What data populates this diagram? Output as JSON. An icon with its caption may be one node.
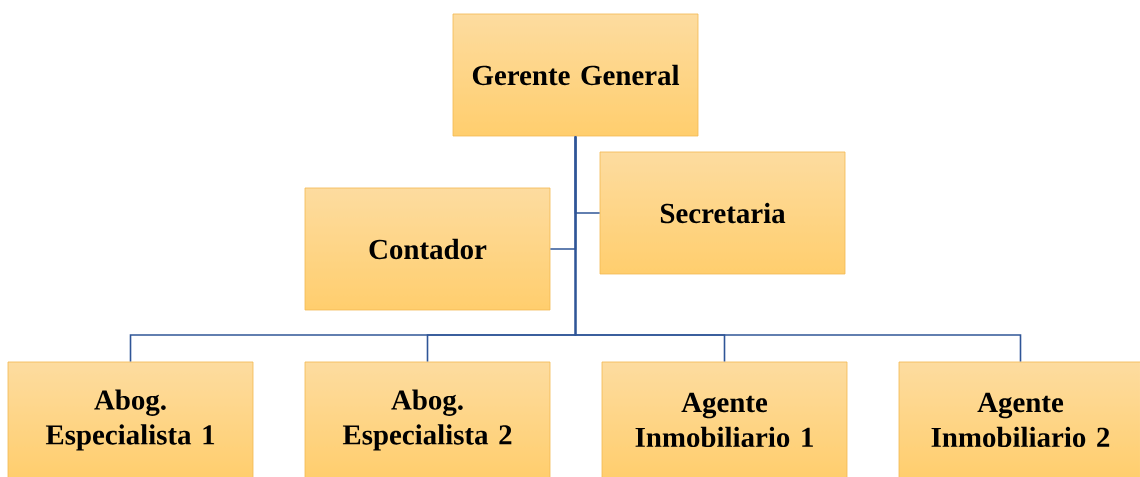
{
  "diagram": {
    "nodes": [
      {
        "text": [
          "Gerente General"
        ]
      },
      {
        "text": [
          "Contador"
        ]
      },
      {
        "text": [
          "Secretaria"
        ]
      },
      {
        "text": [
          "Abog. Especialista 1"
        ]
      },
      {
        "text": [
          "Abog. Especialista 2"
        ]
      },
      {
        "text": [
          "Agente Inmobiliario 1"
        ]
      },
      {
        "text": [
          "Agente Inmobiliario 2"
        ]
      }
    ],
    "edges": [
      {
        "from": 0,
        "to": 2,
        "arrow": "none"
      },
      {
        "from": 0,
        "to": 1,
        "arrow": "none"
      },
      {
        "from": 0,
        "to": 3,
        "arrow": "none"
      },
      {
        "from": 0,
        "to": 4,
        "arrow": "none"
      },
      {
        "from": 0,
        "to": 5,
        "arrow": "none"
      },
      {
        "from": 0,
        "to": 6,
        "arrow": "none"
      }
    ]
  }
}
